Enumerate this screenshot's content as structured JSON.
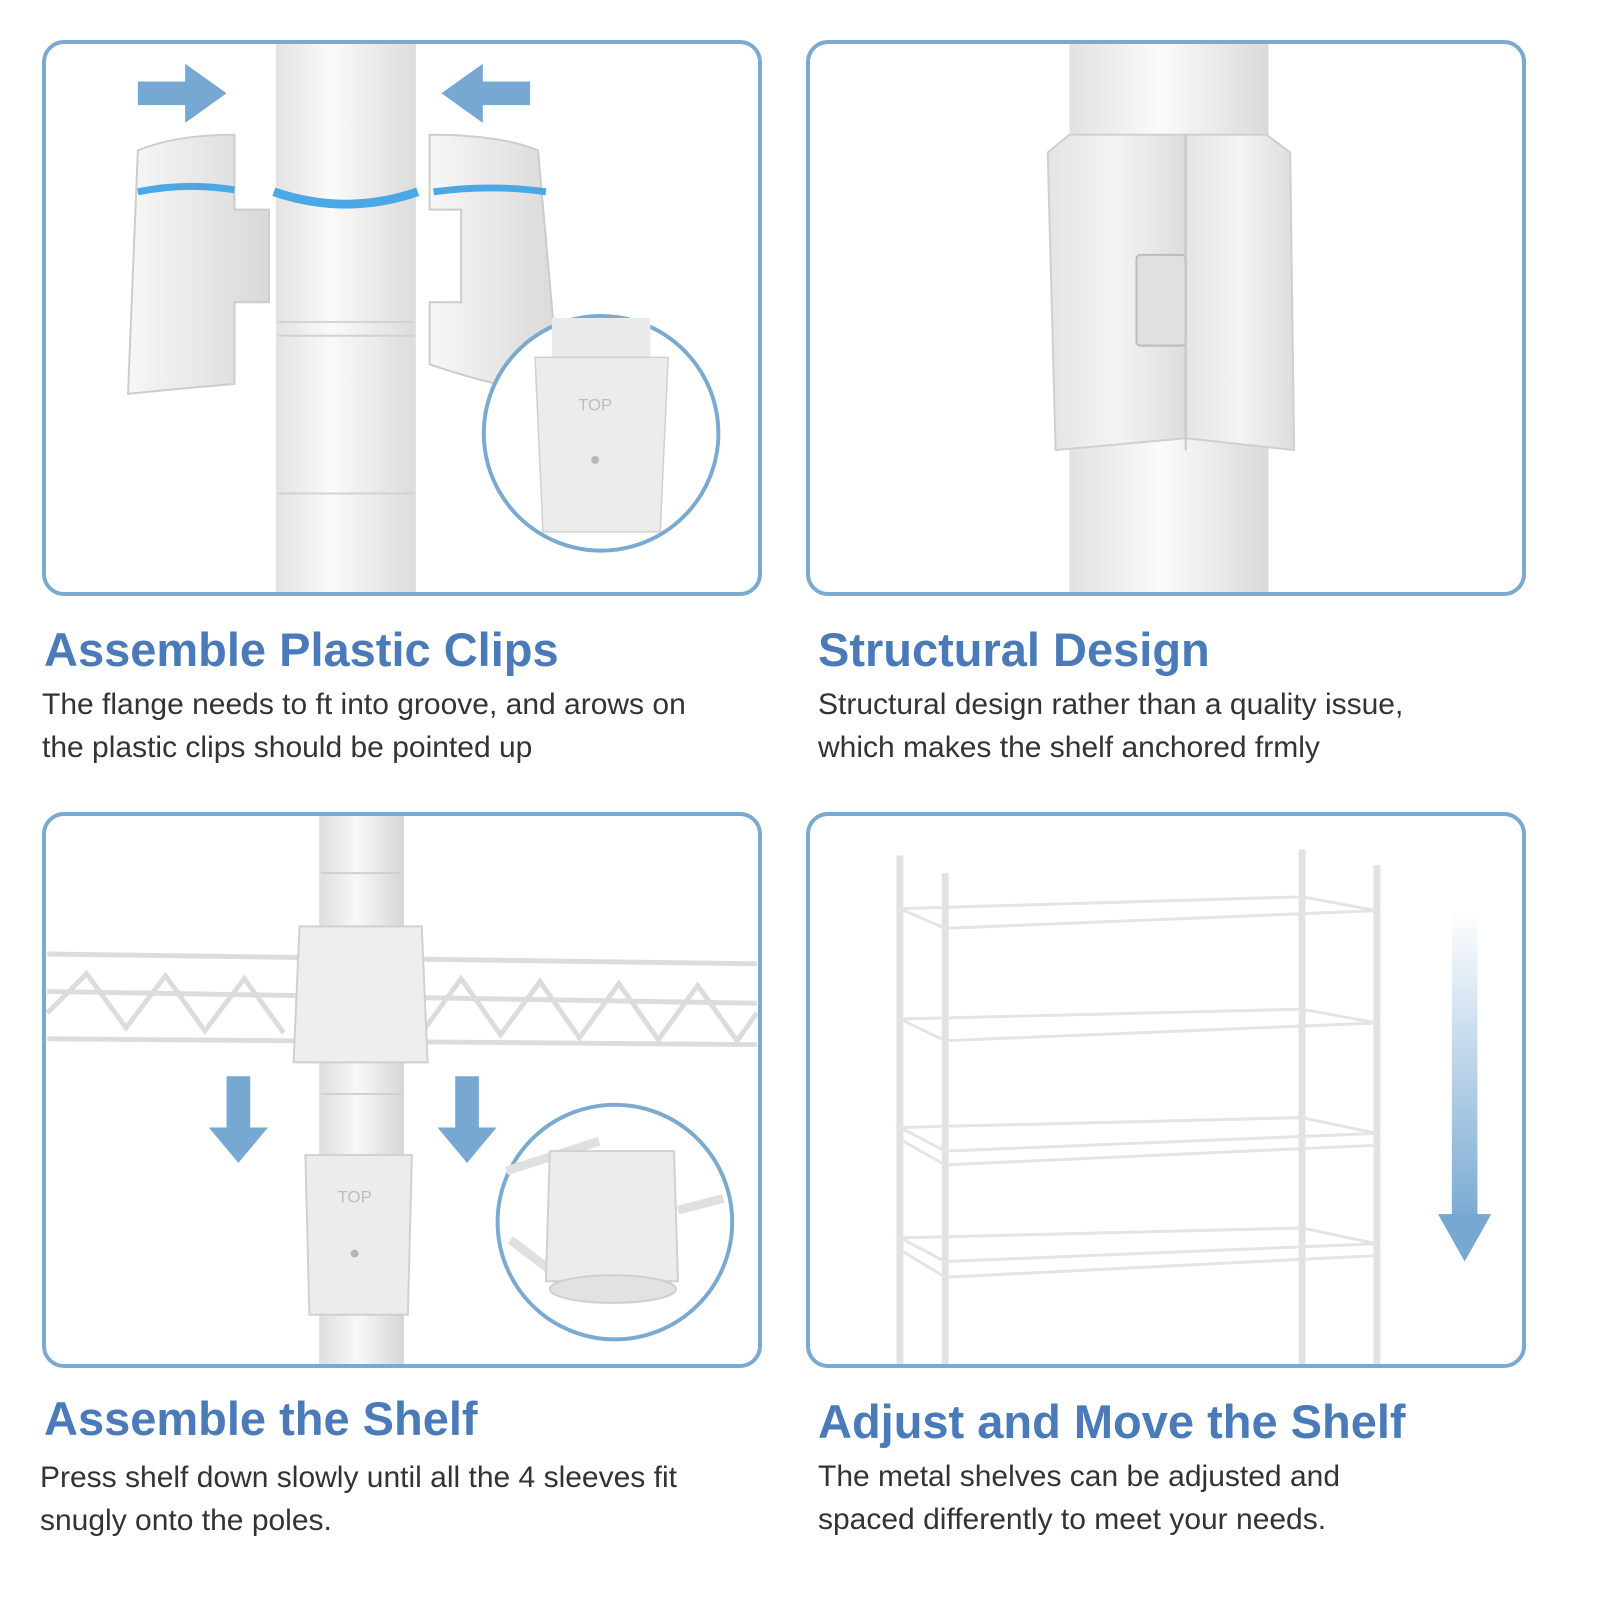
{
  "colors": {
    "accent": "#4a7bb8",
    "frame": "#7aaad0",
    "arrow": "#76a8d1",
    "text": "#333333"
  },
  "sections": [
    {
      "title": "Assemble Plastic Clips",
      "lines": [
        "The flange needs to ft into groove, and arows on",
        "the plastic clips should be pointed up"
      ]
    },
    {
      "title": "Structural Design",
      "lines": [
        "Structural design rather than a quality issue,",
        "which makes the shelf anchored frmly"
      ]
    },
    {
      "title": "Assemble the Shelf",
      "lines": [
        "Press shelf down slowly until all the 4 sleeves fit",
        "snugly onto the poles."
      ]
    },
    {
      "title": "Adjust and Move the Shelf",
      "lines": [
        "The metal shelves can be adjusted and",
        "spaced differently to meet your needs."
      ]
    }
  ],
  "sleeve_marking": "TOP"
}
